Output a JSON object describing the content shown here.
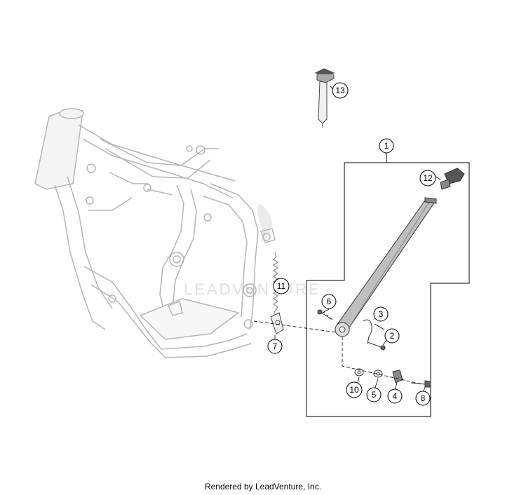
{
  "diagram": {
    "callouts": [
      {
        "id": "callout-1",
        "label": "1"
      },
      {
        "id": "callout-2",
        "label": "2"
      },
      {
        "id": "callout-3",
        "label": "3"
      },
      {
        "id": "callout-4",
        "label": "4"
      },
      {
        "id": "callout-5",
        "label": "5"
      },
      {
        "id": "callout-6",
        "label": "6"
      },
      {
        "id": "callout-7",
        "label": "7"
      },
      {
        "id": "callout-8",
        "label": "8"
      },
      {
        "id": "callout-10",
        "label": "10"
      },
      {
        "id": "callout-11",
        "label": "11"
      },
      {
        "id": "callout-12",
        "label": "12"
      },
      {
        "id": "callout-13",
        "label": "13"
      }
    ],
    "watermark": "LEADVENTURE"
  },
  "footer": {
    "text": "Rendered by LeadVenture, Inc."
  }
}
